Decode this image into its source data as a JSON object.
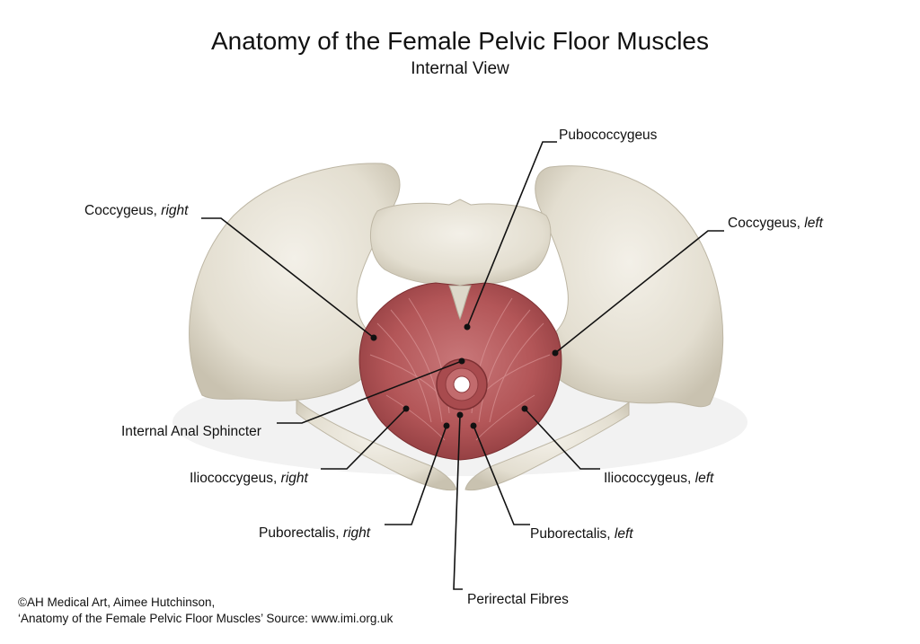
{
  "title": "Anatomy of the Female Pelvic Floor Muscles",
  "subtitle": "Internal View",
  "labels": {
    "pubococcygeus": {
      "name": "Pubococcygeus",
      "side": ""
    },
    "coccygeus_right": {
      "name": "Coccygeus, ",
      "side": "right"
    },
    "coccygeus_left": {
      "name": "Coccygeus, ",
      "side": "left"
    },
    "internal_anal_sphincter": {
      "name": "Internal Anal Sphincter",
      "side": ""
    },
    "iliococcygeus_right": {
      "name": "Iliococcygeus, ",
      "side": "right"
    },
    "iliococcygeus_left": {
      "name": "Iliococcygeus, ",
      "side": "left"
    },
    "puborectalis_right": {
      "name": "Puborectalis, ",
      "side": "right"
    },
    "puborectalis_left": {
      "name": "Puborectalis, ",
      "side": "left"
    },
    "perirectal_fibres": {
      "name": "Perirectal Fibres",
      "side": ""
    }
  },
  "credit": {
    "line1": "©AH Medical Art, Aimee Hutchinson,",
    "line2": "‘Anatomy of the Female Pelvic Floor Muscles’ Source: www.imi.org.uk"
  },
  "colors": {
    "bone": "#e6e1d4",
    "muscle": "#b85a5c",
    "leader": "#111111"
  }
}
